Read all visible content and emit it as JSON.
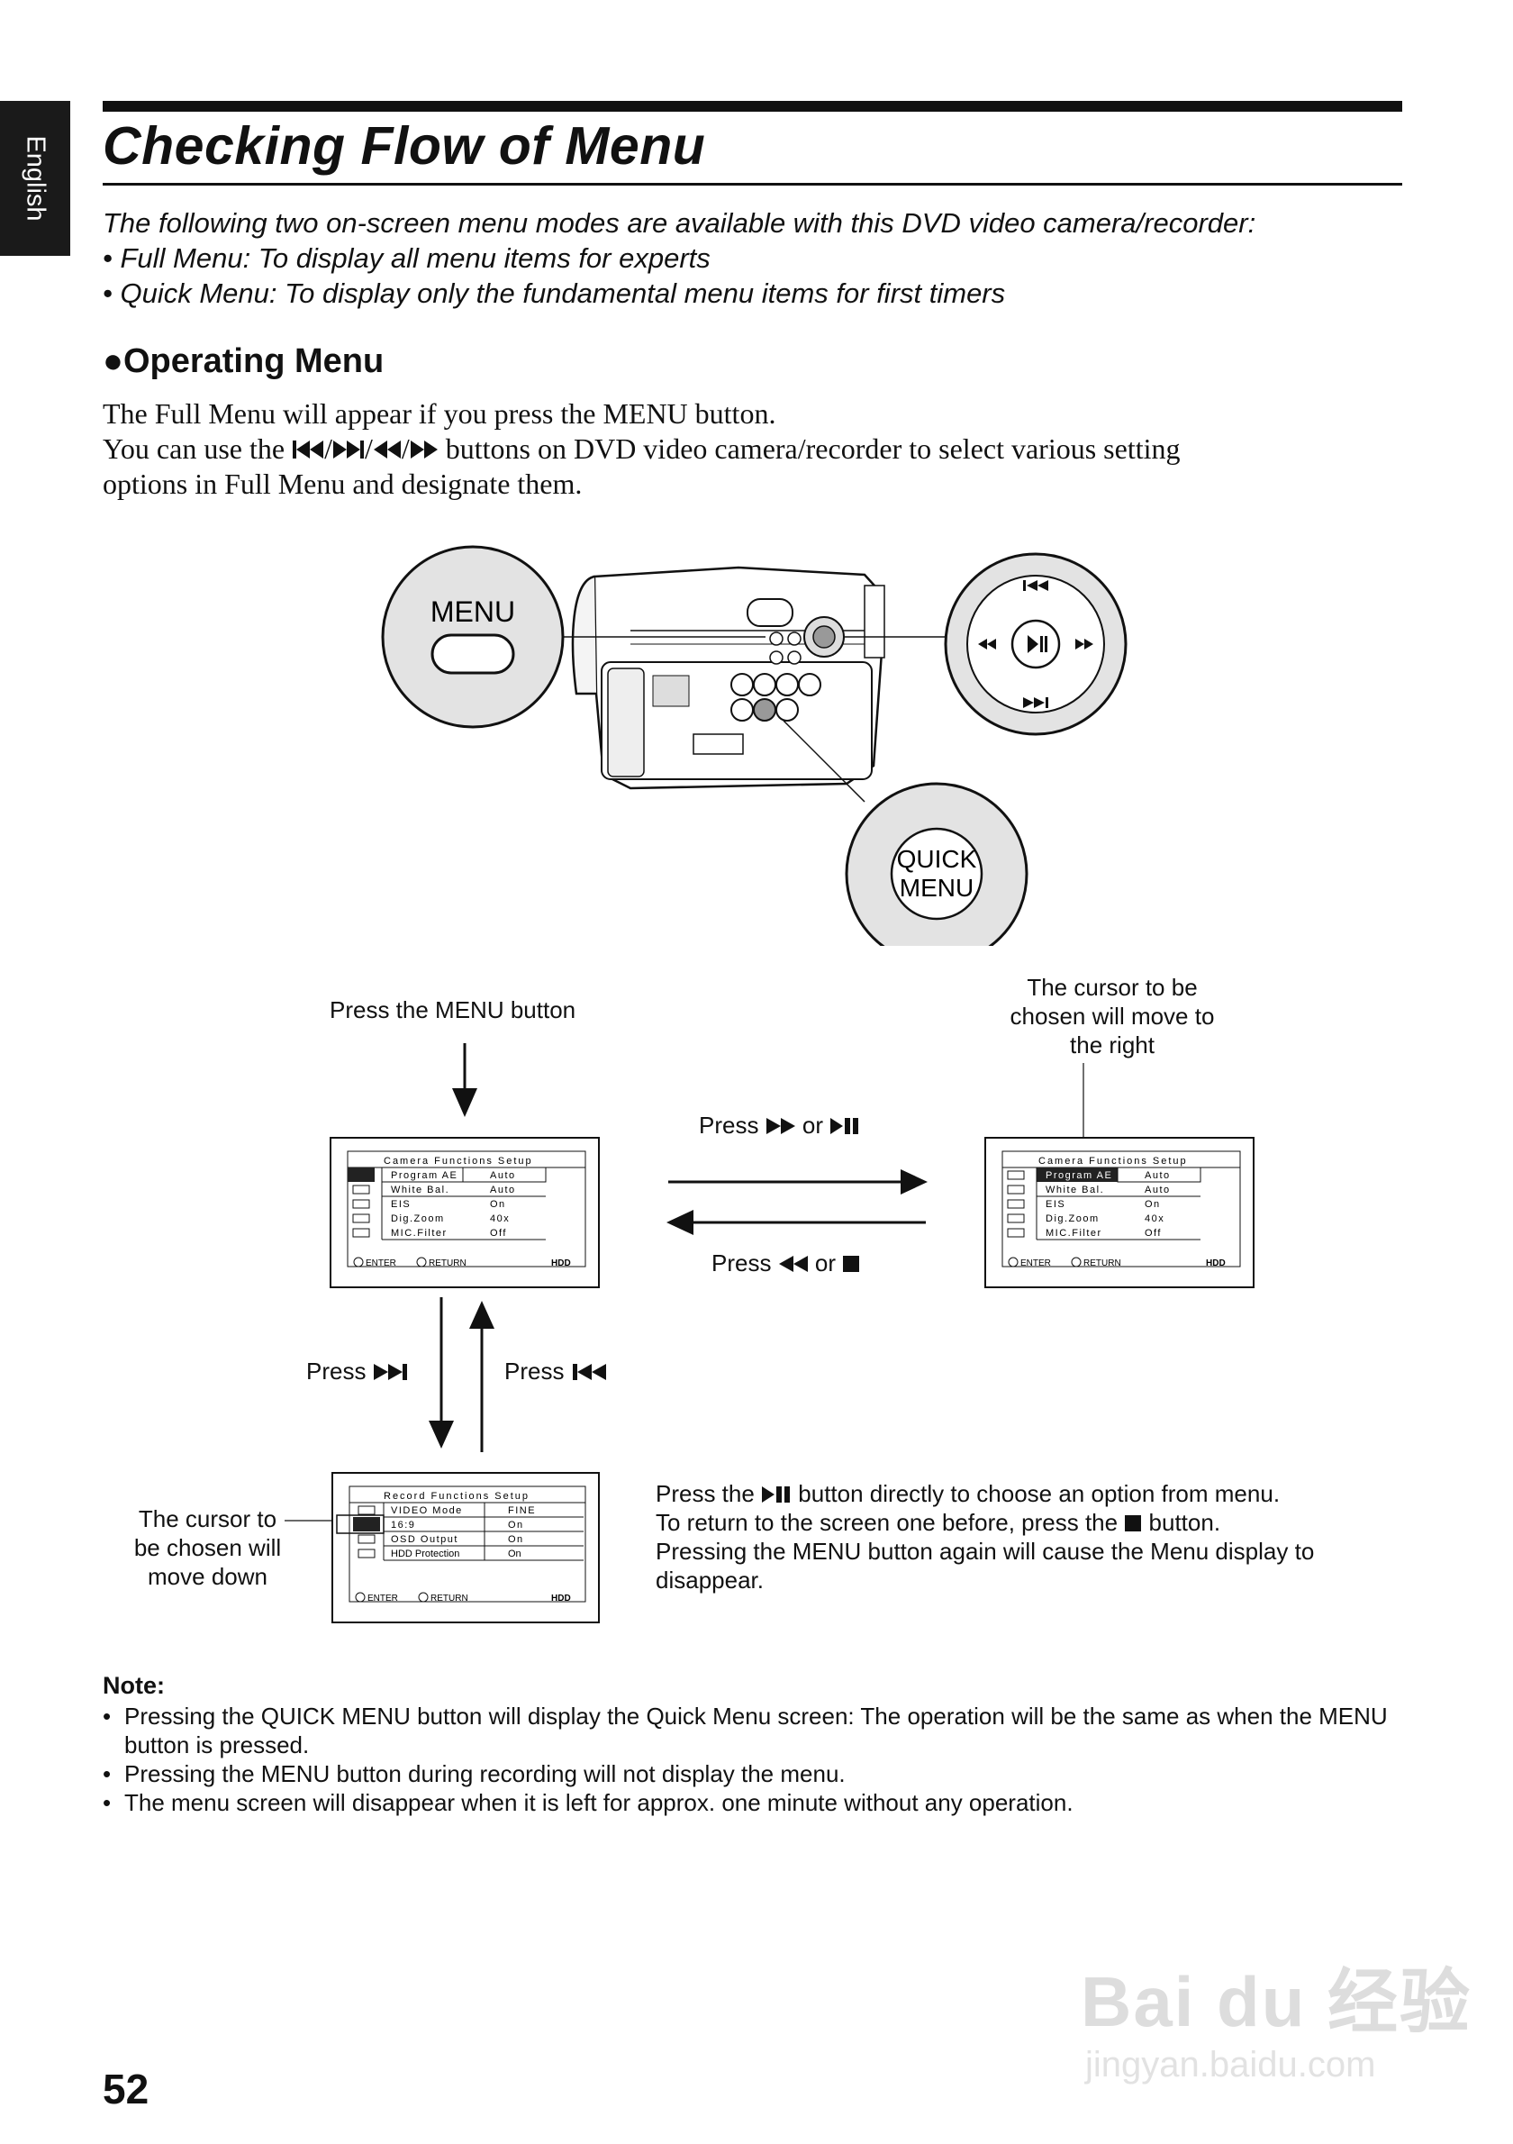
{
  "side_tab": "English",
  "title": "Checking Flow of Menu",
  "intro": {
    "lead": "The following two on-screen menu modes are available with this DVD video camera/recorder:",
    "bullets": [
      "• Full Menu: To display all menu items for experts",
      "• Quick Menu: To display only the fundamental menu items for first timers"
    ]
  },
  "section_heading": "●Operating Menu",
  "body": {
    "line1": "The Full Menu will appear if you press the MENU button.",
    "line2_prefix": "You can use the ",
    "line2_suffix": " buttons on DVD video camera/recorder to select various setting",
    "line3": "options in Full Menu and designate them."
  },
  "camera_callouts": {
    "menu_label": "MENU",
    "quick_menu_line1": "QUICK",
    "quick_menu_line2": "MENU"
  },
  "flow": {
    "press_menu": "Press the MENU button",
    "cursor_right": [
      "The cursor to be",
      "chosen will move to",
      "the right"
    ],
    "press_right_prefix": "Press ",
    "press_right_or": " or ",
    "press_left_prefix": "Press ",
    "press_left_or": " or ",
    "press_down": "Press ",
    "press_up": "Press ",
    "cursor_down": [
      "The cursor to",
      "be chosen will",
      "move down"
    ],
    "explain_line1_prefix": "Press the ",
    "explain_line1_suffix": " button directly to choose an option from menu.",
    "explain_line2_prefix": "To return to the screen one before, press the ",
    "explain_line2_suffix": " button.",
    "explain_line3": "Pressing the MENU button again will cause the Menu display to",
    "explain_line4": "disappear."
  },
  "screen_camera": {
    "header": "Camera Functions Setup",
    "rows": [
      {
        "item": "Program AE",
        "value": "Auto"
      },
      {
        "item": "White Bal.",
        "value": "Auto"
      },
      {
        "item": "EIS",
        "value": "On"
      },
      {
        "item": "Dig.Zoom",
        "value": "40x"
      },
      {
        "item": "MIC.Filter",
        "value": "Off"
      }
    ],
    "footer_enter": "ENTER",
    "footer_return": "RETURN",
    "footer_media": "HDD"
  },
  "screen_record": {
    "header": "Record Functions Setup",
    "rows": [
      {
        "item": "VIDEO Mode",
        "value": "FINE"
      },
      {
        "item": "16:9",
        "value": "On"
      },
      {
        "item": "OSD Output",
        "value": "On"
      },
      {
        "item": "HDD Protection",
        "value": "On"
      }
    ],
    "footer_enter": "ENTER",
    "footer_return": "RETURN",
    "footer_media": "HDD"
  },
  "notes": {
    "heading": "Note:",
    "items": [
      "Pressing the QUICK MENU button will display the Quick Menu screen: The operation will be the same as when the MENU button is pressed.",
      "Pressing the MENU button during recording will not display the menu.",
      "The menu screen will disappear when it is left for approx. one minute without any operation."
    ]
  },
  "page_number": "52",
  "watermark": {
    "logo": "Bai du 经验",
    "url": "jingyan.baidu.com"
  }
}
